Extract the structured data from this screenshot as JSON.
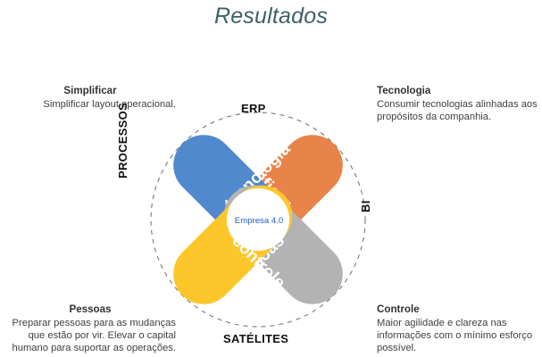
{
  "page": {
    "title": "Resultados"
  },
  "callouts": [
    {
      "key": "simplificar",
      "title": "Simplificar",
      "body": "Simplificar layout operacional."
    },
    {
      "key": "tecnologia",
      "title": "Tecnologia",
      "body": "Consumir tecnologias alinhadas aos propósitos da companhia."
    },
    {
      "key": "pessoas",
      "title": "Pessoas",
      "body": "Preparar pessoas para as mudanças que estão por vir. Elevar o capital humano para suportar as operações."
    },
    {
      "key": "controle",
      "title": "Controle",
      "body": "Maior agilidade e clareza nas informações com o mínimo esforço possível."
    }
  ],
  "diagram": {
    "center_label": "Empresa 4.0",
    "center_label_color": "#1f5fc4",
    "axis_labels": {
      "top": "ERP",
      "bottom": "SATÉLITES",
      "left": "PROCESSOS",
      "right": "BI"
    },
    "petals": [
      {
        "key": "simplificar",
        "label": "simplificar",
        "color": "#E8834A",
        "position": "top-left"
      },
      {
        "key": "tecnologia",
        "label": "tecnologia",
        "color": "#5089CE",
        "position": "top-right"
      },
      {
        "key": "pessoas",
        "label": "pessoas",
        "color": "#B3B3B3",
        "position": "bottom-left"
      },
      {
        "key": "controle",
        "label": "controle",
        "color": "#FDC72B",
        "position": "bottom-right"
      }
    ],
    "dashed_circle_color": "#6b6b6b"
  }
}
